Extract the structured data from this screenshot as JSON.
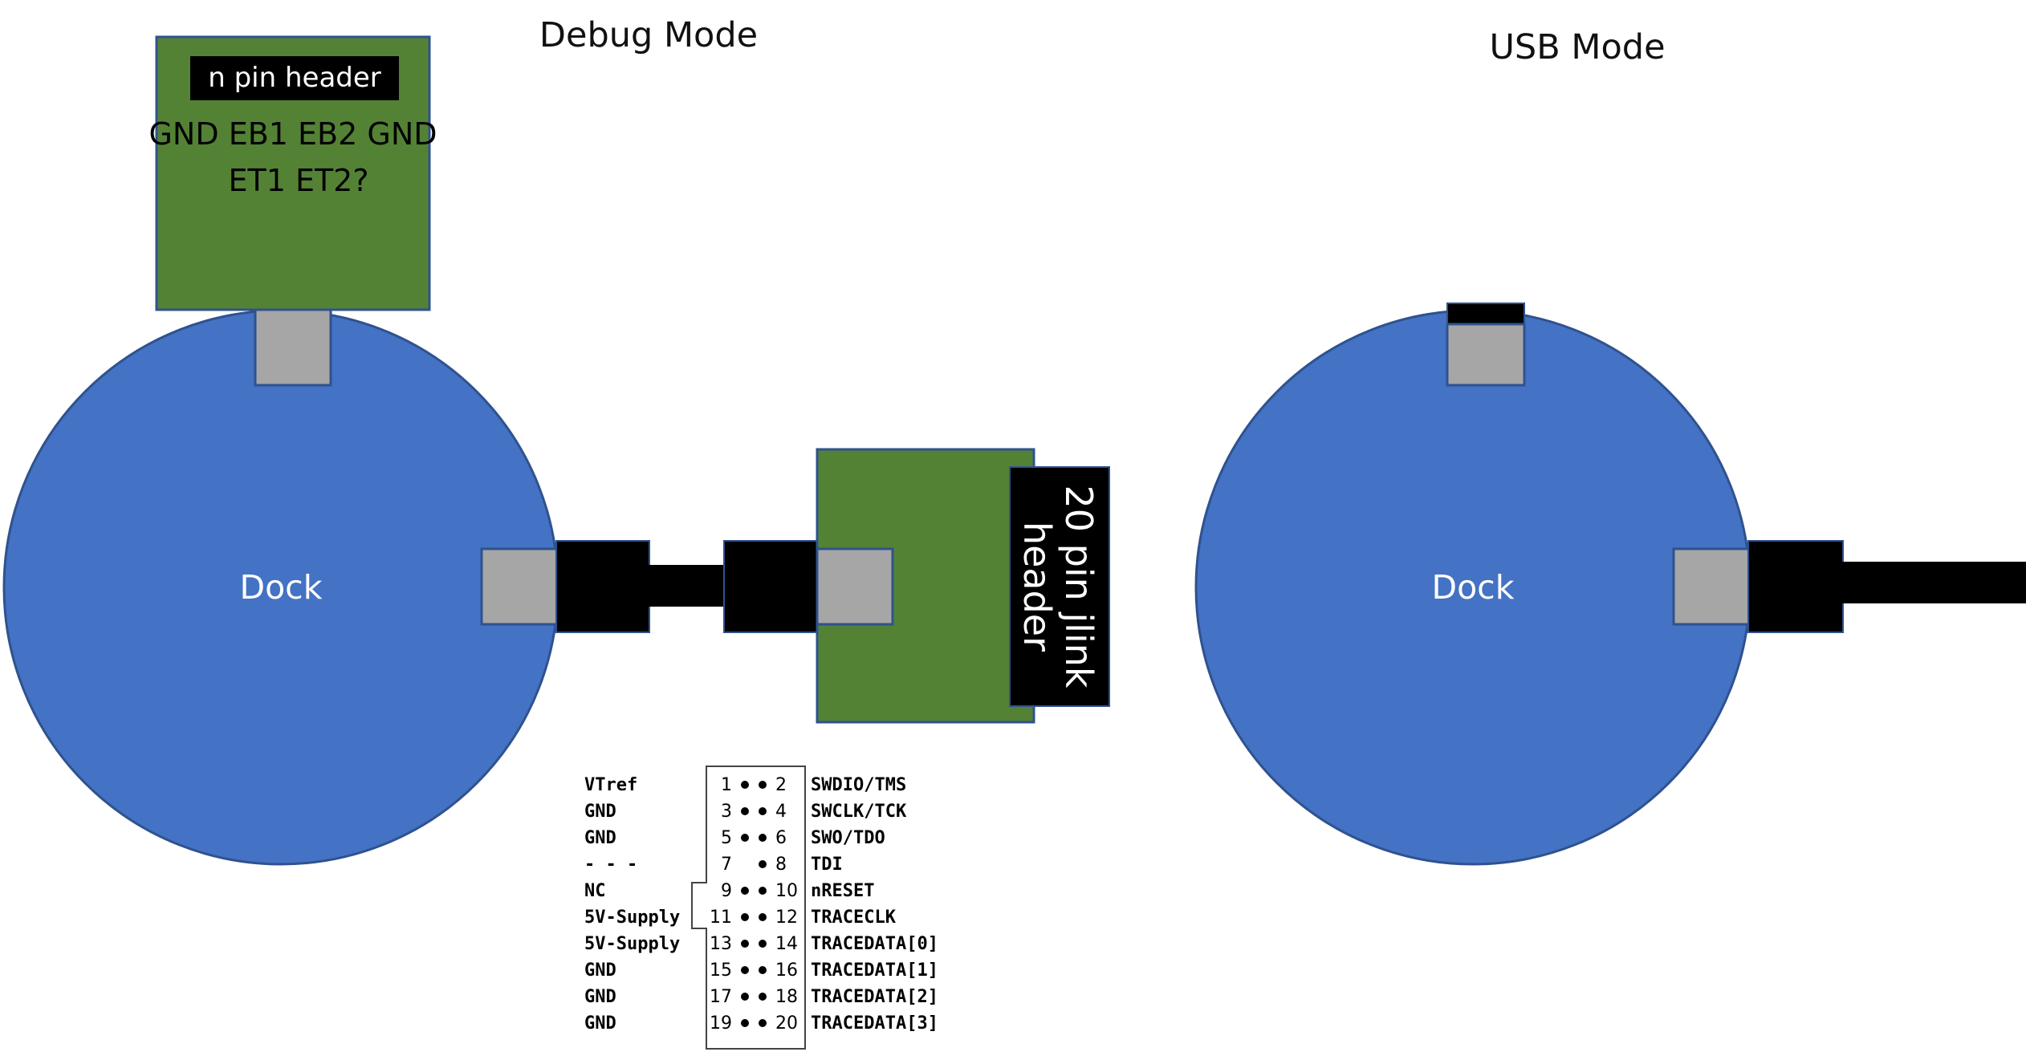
{
  "titles": {
    "debug": "Debug Mode",
    "usb": "USB Mode"
  },
  "debug_mode": {
    "dock_label": "Dock",
    "board_header_label": "n pin header",
    "board_pins_line1": "GND EB1 EB2 GND",
    "board_pins_line2": "ET1 ET2?",
    "jlink_label_line1": "20 pin jlink",
    "jlink_label_line2": "header"
  },
  "usb_mode": {
    "dock_label": "Dock"
  },
  "pinout": {
    "rows": [
      {
        "left": "VTref",
        "l": "1",
        "r": "2",
        "right": "SWDIO/TMS"
      },
      {
        "left": "GND",
        "l": "3",
        "r": "4",
        "right": "SWCLK/TCK"
      },
      {
        "left": "GND",
        "l": "5",
        "r": "6",
        "right": "SWO/TDO"
      },
      {
        "left": "- - -",
        "l": "7",
        "r": "8",
        "right": "TDI"
      },
      {
        "left": "NC",
        "l": "9",
        "r": "10",
        "right": "nRESET"
      },
      {
        "left": "5V-Supply",
        "l": "11",
        "r": "12",
        "right": "TRACECLK"
      },
      {
        "left": "5V-Supply",
        "l": "13",
        "r": "14",
        "right": "TRACEDATA[0]"
      },
      {
        "left": "GND",
        "l": "15",
        "r": "16",
        "right": "TRACEDATA[1]"
      },
      {
        "left": "GND",
        "l": "17",
        "r": "18",
        "right": "TRACEDATA[2]"
      },
      {
        "left": "GND",
        "l": "19",
        "r": "20",
        "right": "TRACEDATA[3]"
      }
    ]
  },
  "colors": {
    "dock_fill": "#4472c4",
    "dock_stroke": "#2f528f",
    "board_fill": "#548235",
    "connector_fill": "#a6a6a6",
    "cable_fill": "#000000"
  }
}
